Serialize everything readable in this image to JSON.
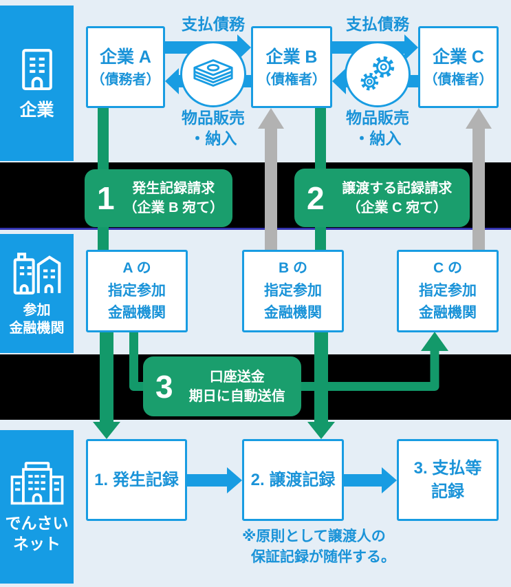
{
  "colors": {
    "blue_graphic": "#189ce2",
    "blue_text": "#1a93d8",
    "sidebar_blue": "#169ce4",
    "green_arrow": "#13996a",
    "green_badge": "#1a9e6d",
    "gray_arrow": "#b2b2b2",
    "background": "#e5eef6",
    "band": "#000000",
    "band_bottom_line": "#3434b0"
  },
  "sidebar": {
    "sections": [
      {
        "icon": "office-building-icon",
        "lines": [
          "企業"
        ]
      },
      {
        "icon": "bank-buildings-icon",
        "lines": [
          "参加",
          "金融機関"
        ]
      },
      {
        "icon": "densai-net-building-icon",
        "lines": [
          "でんさい",
          "ネット"
        ]
      }
    ]
  },
  "companies": [
    {
      "name": "企業 A",
      "role": "（債務者）"
    },
    {
      "name": "企業 B",
      "role": "（債権者）"
    },
    {
      "name": "企業 C",
      "role": "（債権者）"
    }
  ],
  "trade_flows": [
    {
      "top_label": "支払債務",
      "bottom_label_line1": "物品販売",
      "bottom_label_line2": "・納入",
      "icon": "banknotes-icon"
    },
    {
      "top_label": "支払債務",
      "bottom_label_line1": "物品販売",
      "bottom_label_line2": "・納入",
      "icon": "gears-icon"
    }
  ],
  "steps": [
    {
      "number": "1",
      "lines": [
        "発生記録請求",
        "（企業 B 宛て）"
      ]
    },
    {
      "number": "2",
      "lines": [
        "譲渡する記録請求",
        "（企業 C 宛て）"
      ]
    },
    {
      "number": "3",
      "lines": [
        "口座送金",
        "期日に自動送信"
      ]
    }
  ],
  "institutions": [
    {
      "lines": [
        "A の",
        "指定参加",
        "金融機関"
      ]
    },
    {
      "lines": [
        "B の",
        "指定参加",
        "金融機関"
      ]
    },
    {
      "lines": [
        "C の",
        "指定参加",
        "金融機関"
      ]
    }
  ],
  "records": [
    {
      "lines": [
        "1. 発生記録"
      ]
    },
    {
      "lines": [
        "2. 譲渡記録"
      ]
    },
    {
      "lines": [
        "3. 支払等",
        "記録"
      ]
    }
  ],
  "note": {
    "lines": [
      "※原則として譲渡人の",
      "保証記録が随伴する。"
    ]
  }
}
